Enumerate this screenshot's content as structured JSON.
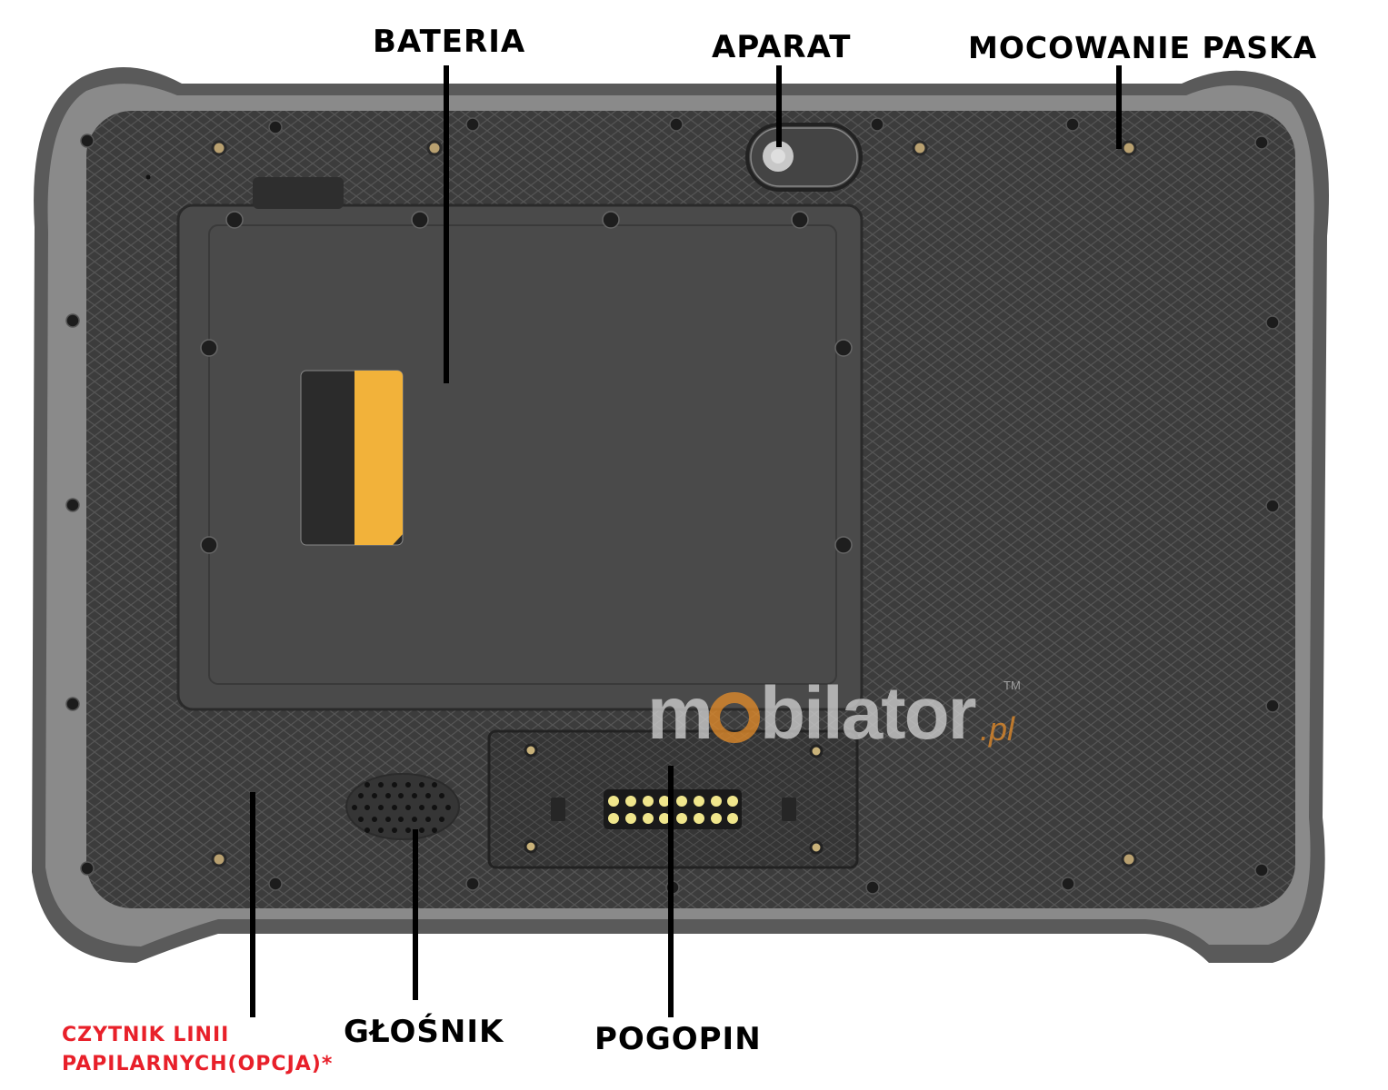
{
  "labels": {
    "battery": "BATERIA",
    "camera": "APARAT",
    "strap_mount": "MOCOWANIE PASKA",
    "fingerprint_line1": "CZYTNIK LINII",
    "fingerprint_line2": "PAPILARNYCH(OPCJA)*",
    "speaker": "GŁOŚNIK",
    "pogopin": "POGOPIN"
  },
  "watermark": {
    "text_main": "mobilator",
    "text_suffix": ".pl",
    "trademark": "TM"
  },
  "colors": {
    "label_text": "#000000",
    "optional_label": "#e8202a",
    "bumper": "#5a5a5a",
    "bumper_inner": "#8a8a8a",
    "body": "#3a3a3a",
    "battery_cover": "#4a4a4a",
    "sticker_yellow": "#f2b23a",
    "pogo_pins": "#f0e68c"
  },
  "pogopin": {
    "rows": 2,
    "pins_per_row": 8
  }
}
